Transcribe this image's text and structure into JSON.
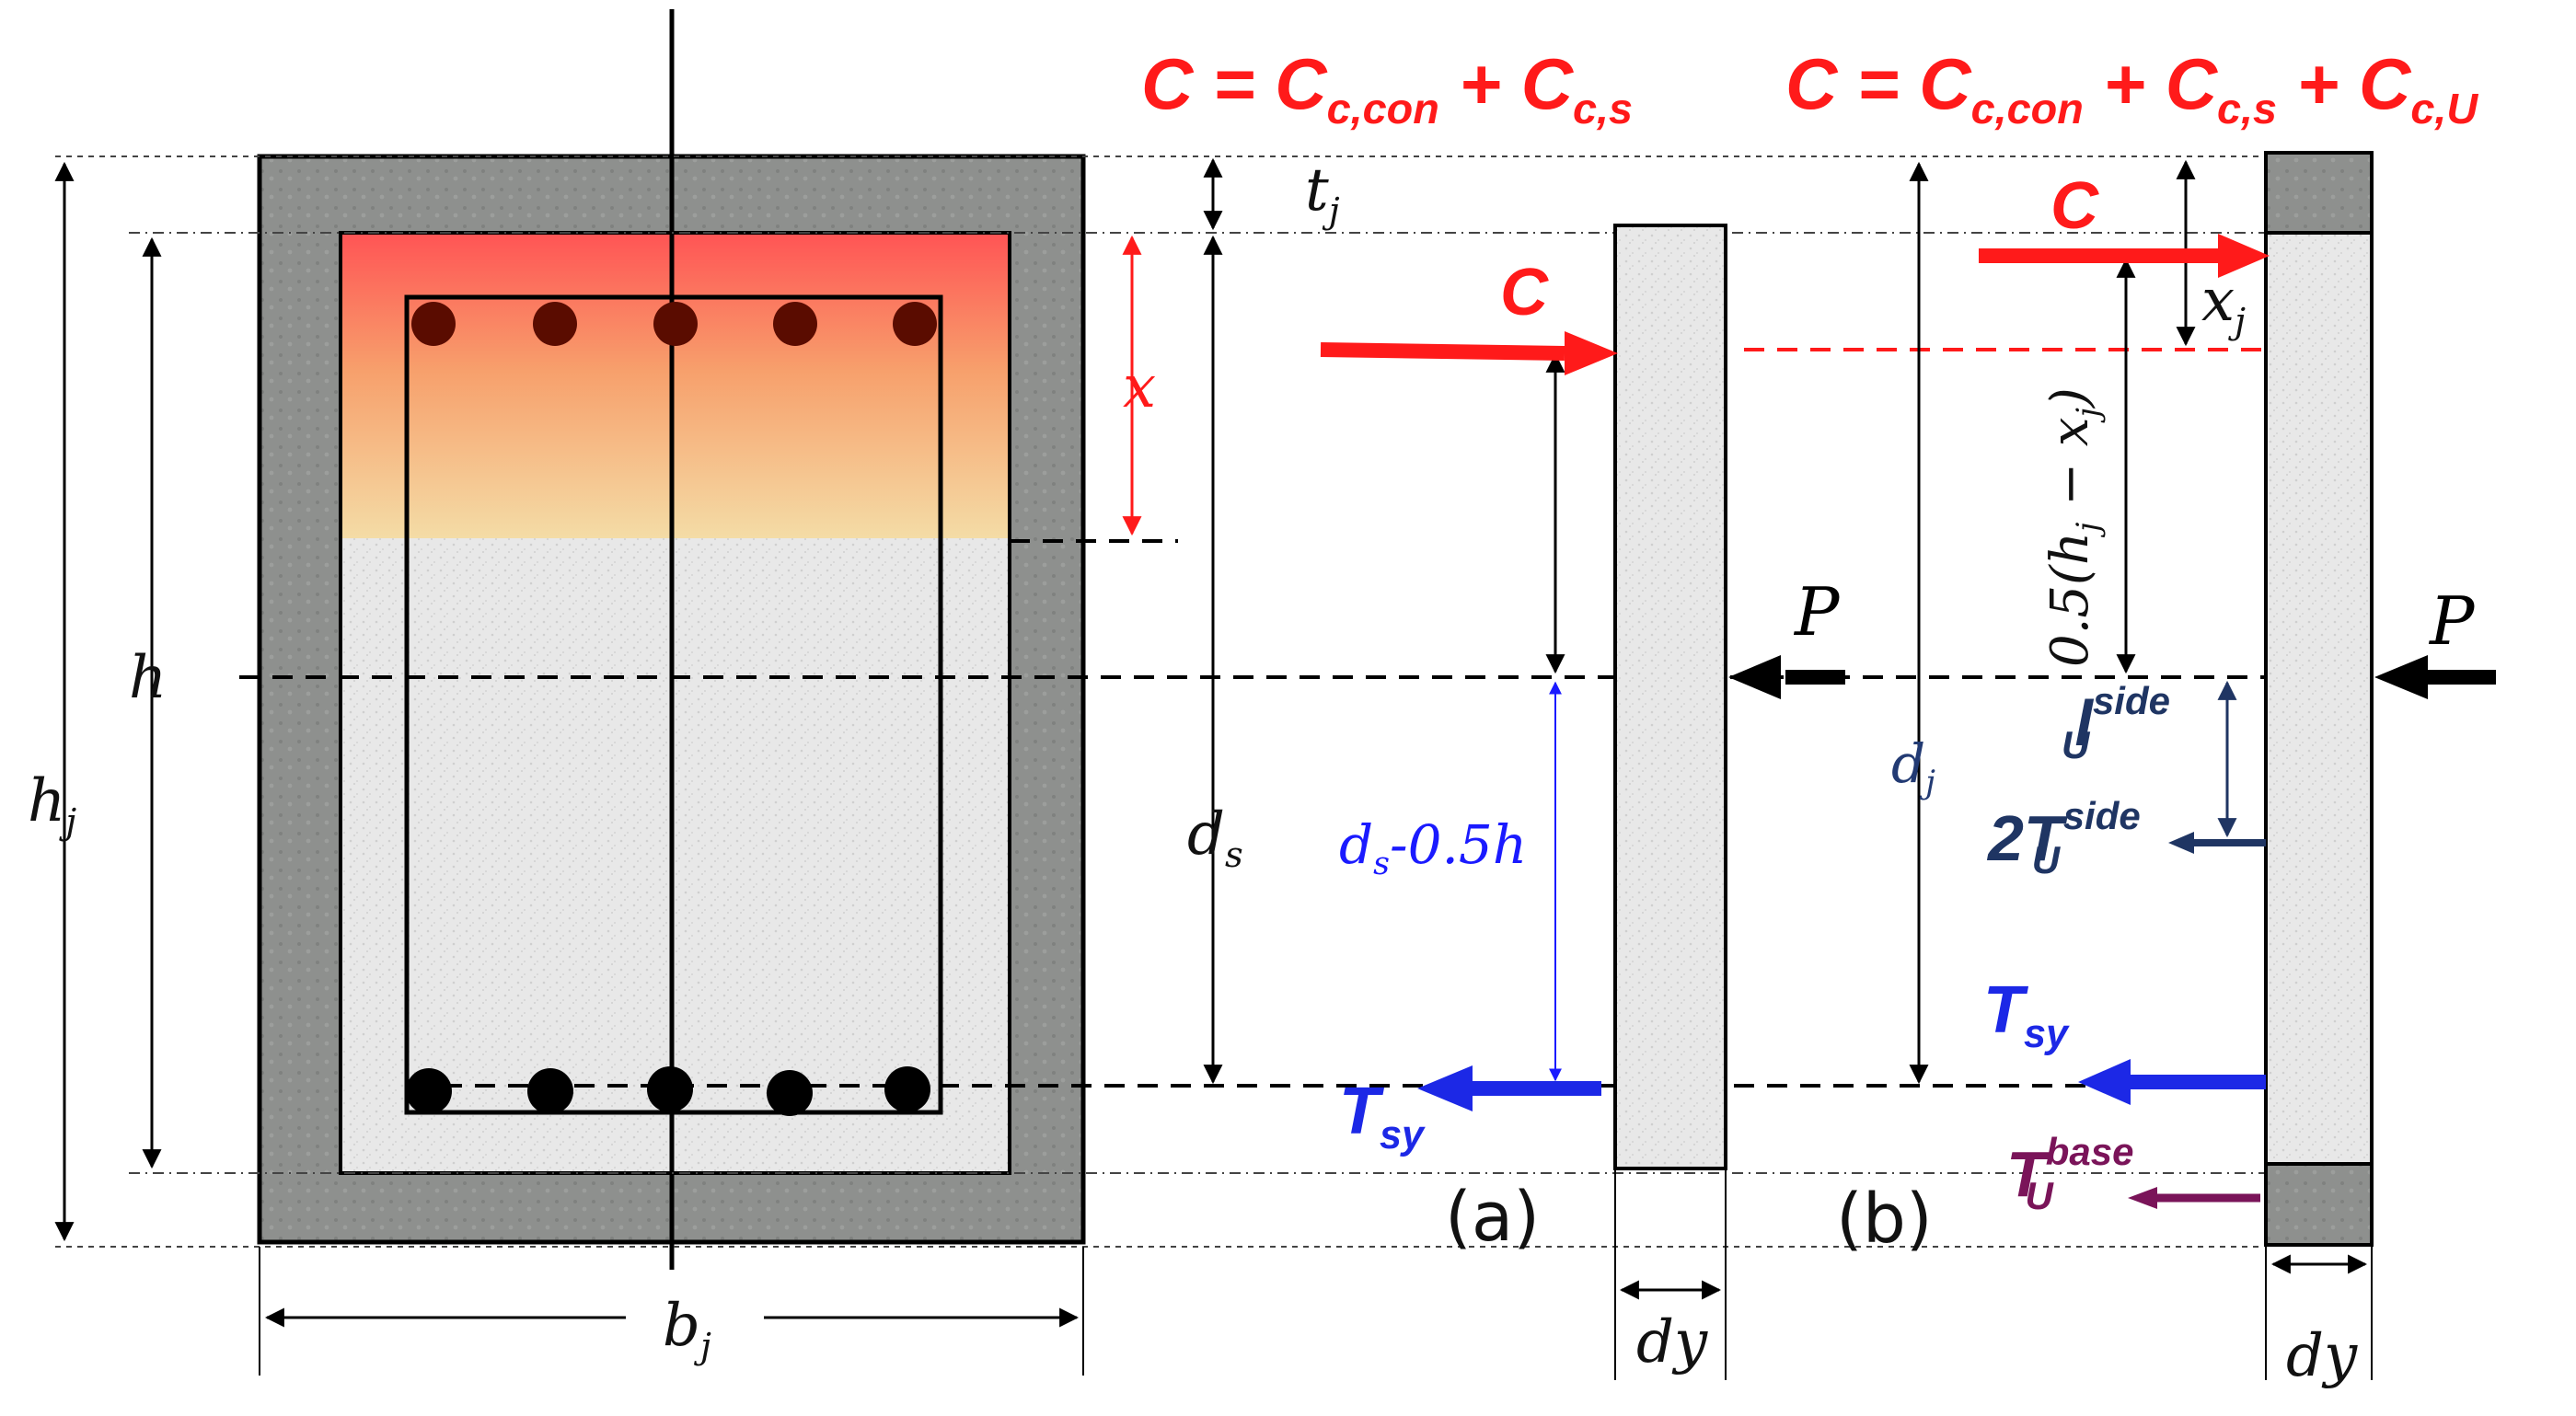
{
  "equations": {
    "eq_a": "C = C",
    "eq_a_sub1": "c,con",
    "eq_a_mid": " + C",
    "eq_a_sub2": "c,s",
    "eq_b": "C = C",
    "eq_b_sub1": "c,con",
    "eq_b_mid1": " + C",
    "eq_b_sub2": "c,s",
    "eq_b_mid2": " + C",
    "eq_b_sub3": "c,U"
  },
  "dimensions": {
    "t": "t",
    "t_sub": "j",
    "x": "x",
    "h": "h",
    "h_j": "h",
    "h_j_sub": "j",
    "d_s": "d",
    "d_s_sub": "s",
    "ds_minus": "d",
    "ds_minus_sub": "s",
    "ds_minus_tail": "-0.5h",
    "b_j": "b",
    "b_j_sub": "j",
    "dy_a": "dy",
    "dy_b": "dy",
    "d_j": "d",
    "d_j_sub": "j",
    "x_j": "x",
    "x_j_sub": "j",
    "half_hx": "0.5(h",
    "half_hx_sub1": "j",
    "half_hx_mid": " − x",
    "half_hx_sub2": "j",
    "half_hx_tail": ")"
  },
  "forces": {
    "C_a": "C",
    "C_b": "C",
    "P_a": "P",
    "P_b": "P",
    "Tsy_a": "T",
    "Tsy_a_sub": "sy",
    "Tsy_b": "T",
    "Tsy_b_sub": "sy",
    "l_side": "l",
    "l_side_sup": "side",
    "l_side_sub": "U",
    "T_side": "2T",
    "T_side_sup": "side",
    "T_side_sub": "U",
    "T_base": "T",
    "T_base_sup": "base",
    "T_base_sub": "U"
  },
  "panels": {
    "a": "(a)",
    "b": "(b)"
  },
  "colors": {
    "red": "#ff1a1a",
    "blue": "#1c28e6",
    "navy": "#1f3563",
    "purple": "#7a1459",
    "jacket": "#8a8c8a",
    "core": "#e9e9e9"
  }
}
